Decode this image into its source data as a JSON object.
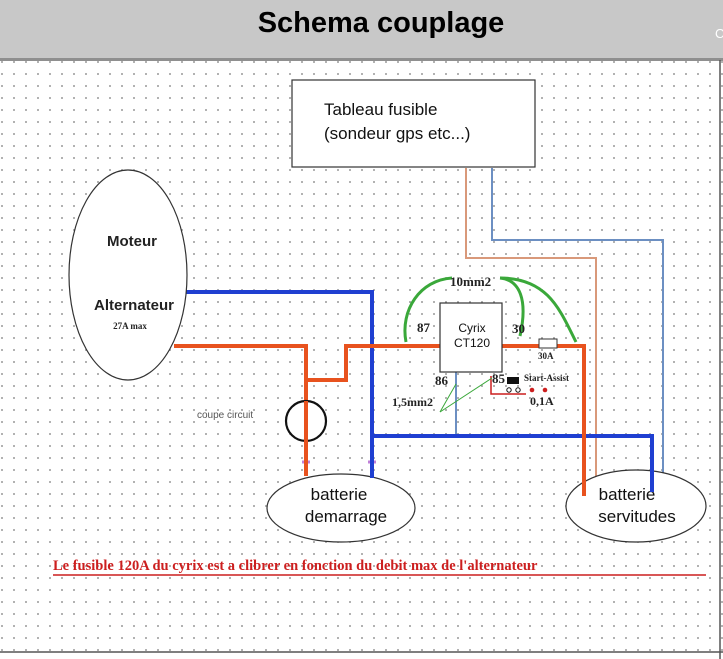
{
  "title": "Schema couplage",
  "edge_glyph": "C",
  "fuse_panel": {
    "line1": "Tableau fusible",
    "line2": "(sondeur gps etc...)"
  },
  "engine": {
    "line1": "Moteur",
    "line2": "Alternateur",
    "rating": "27A max"
  },
  "cyrix": {
    "line1": "Cyrix",
    "line2": "CT120",
    "pin87": "87",
    "pin30": "30",
    "pin86": "86",
    "pin85": "85"
  },
  "labels": {
    "wire_10mm2": "10mm2",
    "wire_1_5mm2": "1,5mm2",
    "fuse_30a": "30A",
    "start_assist": "Start-Assist",
    "current_0_1a": "0,1A",
    "coupe_circuit": "coupe circuit"
  },
  "battery_start": {
    "line1": "batterie",
    "line2": "demarrage"
  },
  "battery_service": {
    "line1": "batterie",
    "line2": "servitudes"
  },
  "note": "Le fusible 120A du cyrix est a clibrer en fonction du debit max de l'alternateur",
  "colors": {
    "positive_wire": "#e8521e",
    "negative_wire": "#1f3fd1",
    "thin_orange": "#d9997a",
    "thin_blue": "#6c8fc2",
    "green_wire": "#3aa83a",
    "note_red": "#cc1f1f",
    "title_bar": "#c8c8c8"
  }
}
